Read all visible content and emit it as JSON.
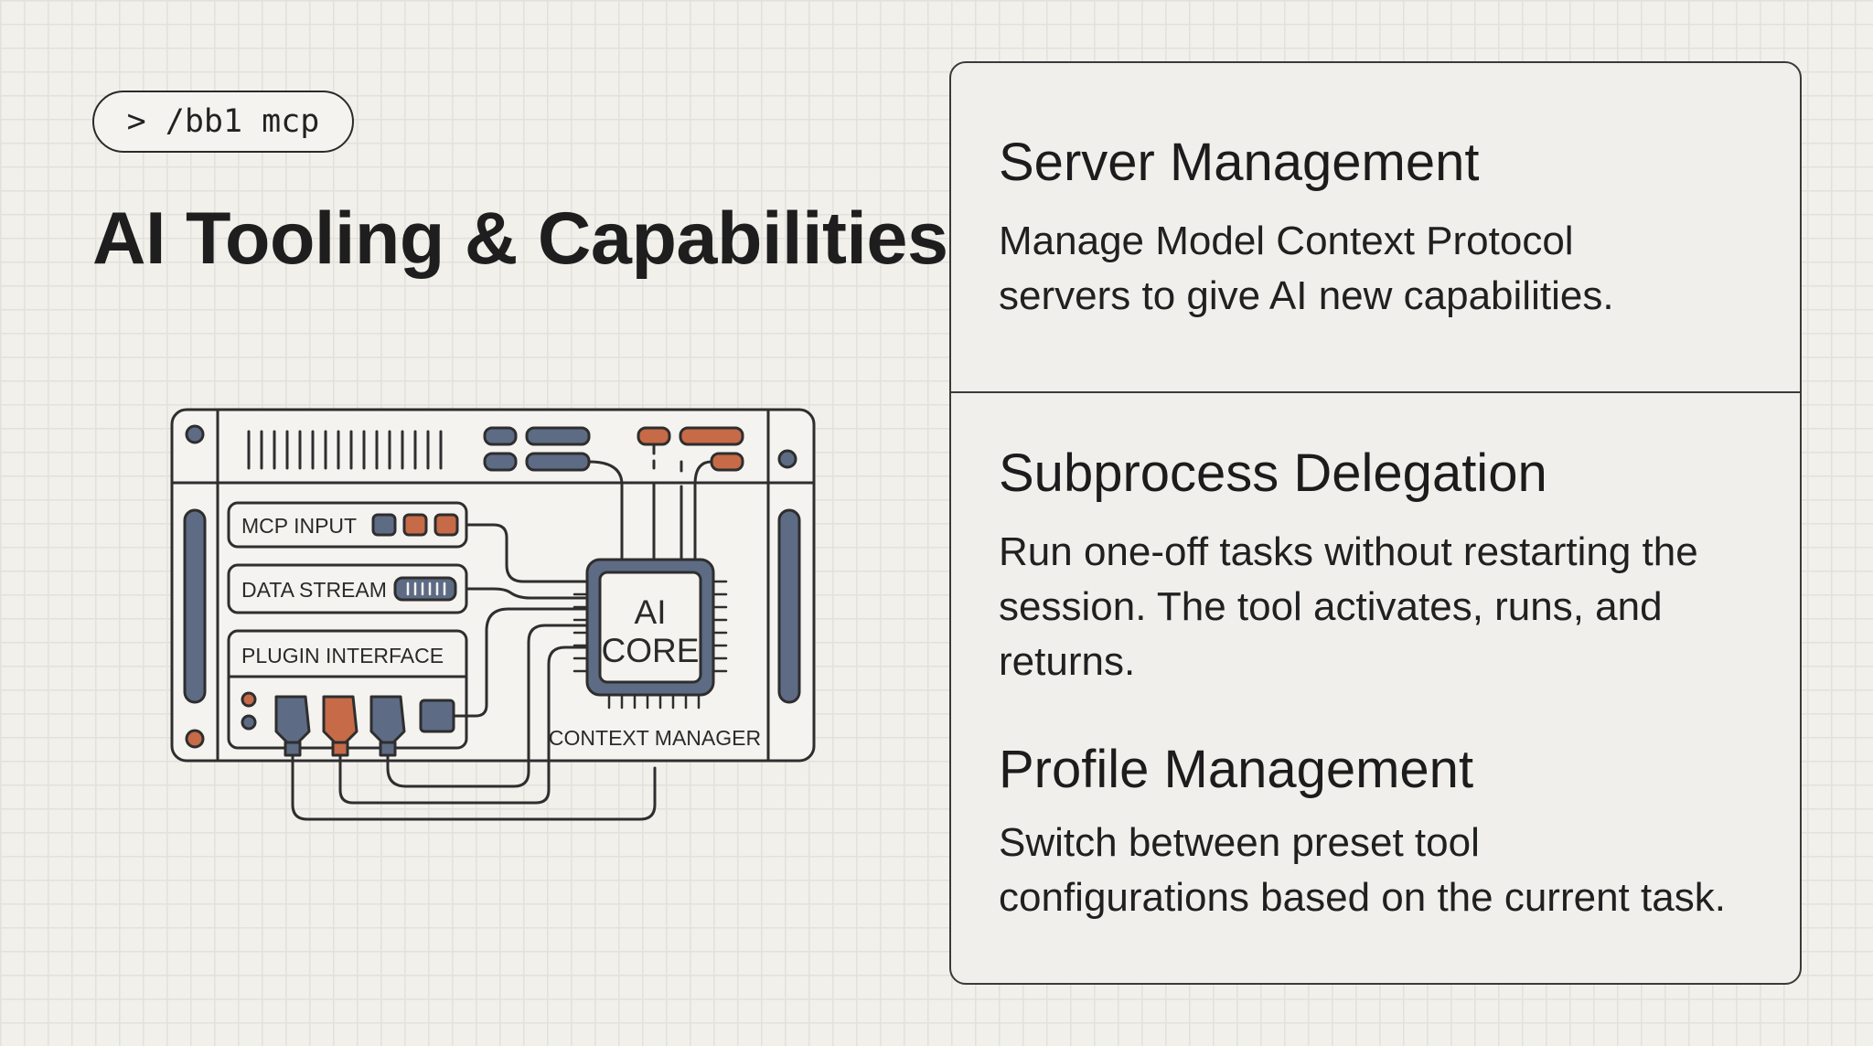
{
  "command": "> /bb1 mcp",
  "title": "AI Tooling & Capabilities",
  "diagram": {
    "labels": {
      "mcp_input": "MCP INPUT",
      "data_stream": "DATA STREAM",
      "plugin_interface": "PLUGIN INTERFACE",
      "core_line1": "AI",
      "core_line2": "CORE",
      "context_manager": "CONTEXT MANAGER"
    },
    "colors": {
      "stroke": "#2e2e2e",
      "slate_blue": "#5e6b85",
      "rust_orange": "#c66a47",
      "panel_fill": "#f4f3ef"
    }
  },
  "sections": [
    {
      "heading": "Server Management",
      "lines": [
        "Manage Model Context Protocol",
        "servers to give AI new capabilities."
      ]
    },
    {
      "heading": "Subprocess Delegation",
      "lines": [
        "Run one-off tasks without restarting the",
        "session. The tool activates, runs, and",
        "returns."
      ]
    },
    {
      "heading": "Profile Management",
      "lines": [
        "Switch between preset tool",
        "configurations based on the current task."
      ]
    }
  ]
}
